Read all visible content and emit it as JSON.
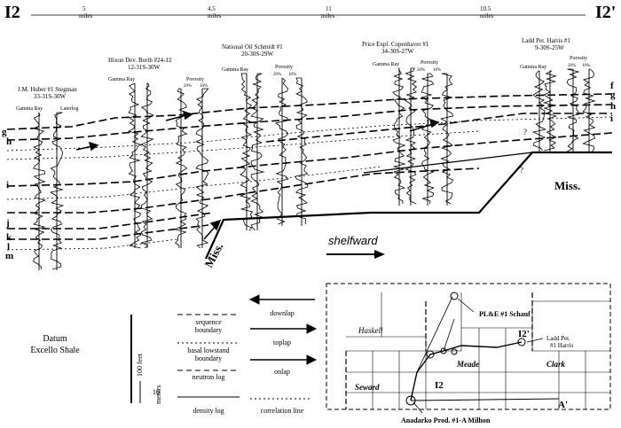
{
  "section": {
    "left_label": "I2",
    "right_label": "I2'"
  },
  "distances": [
    "5\nmiles",
    "4.5\nmiles",
    "11\nmiles",
    "10.5\nmiles"
  ],
  "wells": [
    {
      "name": "J.M. Huber #1 Stegman",
      "loc": "33-31S-30W",
      "logs": [
        "Gamma Ray",
        "Laterlog"
      ]
    },
    {
      "name": "Hixon Dev.  Borth #24-12",
      "loc": "12-31S-30W",
      "logs": [
        "Gamma Ray",
        "Porosity"
      ],
      "scale": [
        "20%",
        "10%"
      ]
    },
    {
      "name": "National Oil  Schmidt #1",
      "loc": "20-30S-29W",
      "logs": [
        "Gamma Ray",
        "Porosity"
      ],
      "scale": [
        "20%",
        "10%"
      ]
    },
    {
      "name": "Price Expl.  Copenhaver #1",
      "loc": "34-30S-27W",
      "logs": [
        "Gamma Ray",
        "Porosity"
      ],
      "scale": [
        "20%",
        "10%"
      ]
    },
    {
      "name": "Ladd Pet.  Harris #1",
      "loc": "9-30S-25W",
      "logs": [
        "Gamma Ray",
        "Porosity"
      ],
      "scale": [
        "20%",
        "10%"
      ]
    }
  ],
  "horizons_left": [
    "g",
    "h",
    "i",
    "j",
    "k",
    "l",
    "m"
  ],
  "horizons_right": [
    "f",
    "g",
    "h",
    "i"
  ],
  "miss_labels": [
    "Miss.",
    "Miss."
  ],
  "shelfward": "shelfward",
  "question_marks": [
    "?",
    "?"
  ],
  "legend": {
    "datum": "Datum\nExcello Shale",
    "scale_feet": "100 feet",
    "scale_meters": "10\nmeters",
    "items": [
      {
        "label": "sequence\nboundary",
        "style": "dashed"
      },
      {
        "label": "basal lowstand\nboundary",
        "style": "dotted"
      },
      {
        "label": "neutron log",
        "style": "dashed"
      },
      {
        "label": "density log",
        "style": "solid"
      }
    ],
    "arrows": [
      "downlap",
      "toplap",
      "onlap"
    ],
    "correlation": "correlation line"
  },
  "map": {
    "counties": [
      "Haskell",
      "Meade",
      "Clark",
      "Seward"
    ],
    "well_labels": [
      "PL&E #1 Schauf",
      "Ladd Pet.\n#1 Harris",
      "Anadarko Prod. #1-A Milhon"
    ],
    "section_labels": [
      "I2'",
      "I2",
      "A'"
    ]
  }
}
